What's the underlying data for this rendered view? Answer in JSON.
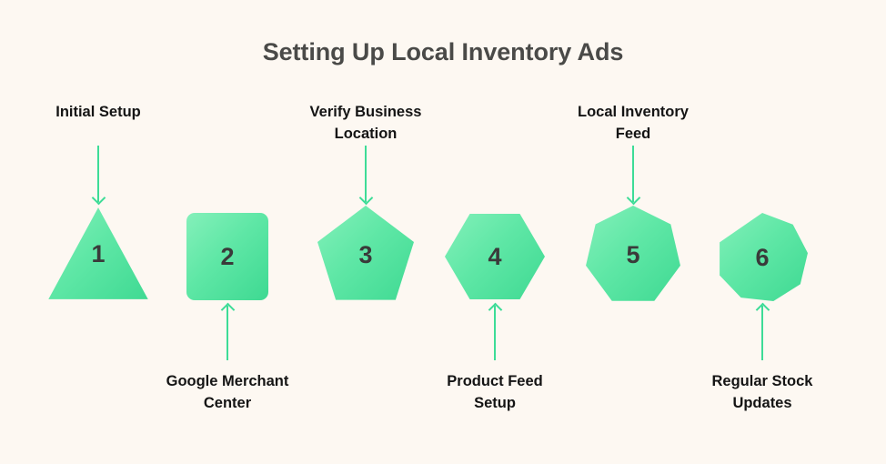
{
  "title": "Setting Up Local Inventory Ads",
  "colors": {
    "background": "#FDF8F2",
    "title_text": "#4A4A48",
    "label_text": "#141414",
    "arrow": "#3DDC97",
    "shape_light": "#84F0BA",
    "shape_mid": "#5FE7A6",
    "shape_dark": "#3ED992",
    "number_text": "#3A3A3A"
  },
  "steps": [
    {
      "number": "1",
      "label": "Initial Setup",
      "shape": "triangle",
      "sides": 3,
      "label_position": "above",
      "arrow_direction": "down"
    },
    {
      "number": "2",
      "label": "Google Merchant\nCenter",
      "shape": "square",
      "sides": 4,
      "label_position": "below",
      "arrow_direction": "up"
    },
    {
      "number": "3",
      "label": "Verify Business\nLocation",
      "shape": "pentagon",
      "sides": 5,
      "label_position": "above",
      "arrow_direction": "down"
    },
    {
      "number": "4",
      "label": "Product Feed\nSetup",
      "shape": "hexagon",
      "sides": 6,
      "label_position": "below",
      "arrow_direction": "up"
    },
    {
      "number": "5",
      "label": "Local Inventory\nFeed",
      "shape": "heptagon",
      "sides": 7,
      "label_position": "above",
      "arrow_direction": "down"
    },
    {
      "number": "6",
      "label": "Regular Stock\nUpdates",
      "shape": "octagon",
      "sides": 8,
      "label_position": "below",
      "arrow_direction": "up"
    }
  ]
}
